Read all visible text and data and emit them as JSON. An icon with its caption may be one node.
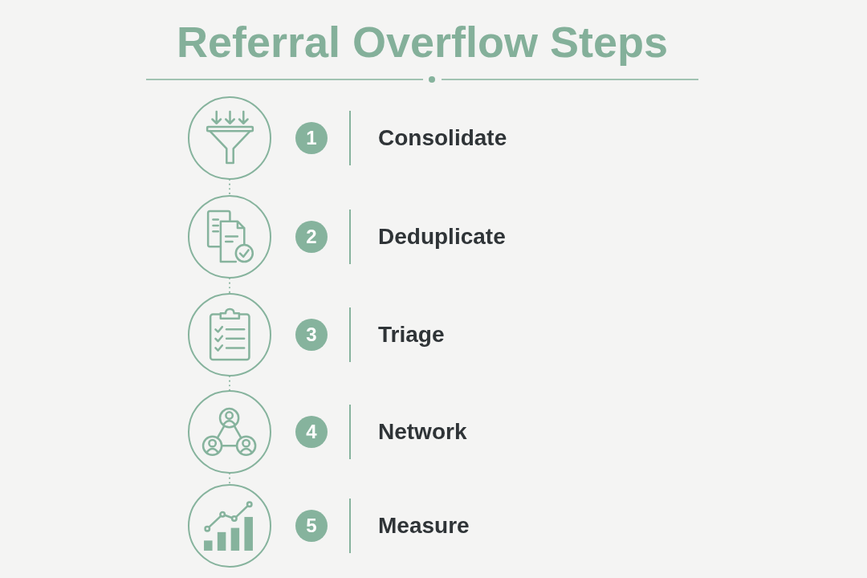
{
  "diagram": {
    "title": "Referral Overflow Steps",
    "nodes": [
      {
        "text": [],
        "shape": "circle"
      },
      {
        "text": [
          "1"
        ],
        "beside": [
          "Consolidate"
        ]
      },
      {
        "text": [],
        "shape": "circle"
      },
      {
        "text": [
          "2"
        ],
        "beside": [
          "Deduplicate"
        ]
      },
      {
        "text": [],
        "shape": "circle"
      },
      {
        "text": [
          "3"
        ],
        "beside": [
          "Triage"
        ]
      },
      {
        "text": [],
        "shape": "circle"
      },
      {
        "text": [
          "4"
        ],
        "beside": [
          "Network"
        ]
      },
      {
        "text": [],
        "shape": "circle"
      },
      {
        "text": [
          "5"
        ],
        "beside": [
          "Measure"
        ]
      }
    ],
    "edges": [
      {
        "from": 0,
        "to": 2,
        "arrow": "none",
        "style": "dashed"
      },
      {
        "from": 2,
        "to": 4,
        "arrow": "none",
        "style": "dashed"
      },
      {
        "from": 4,
        "to": 6,
        "arrow": "none",
        "style": "dashed"
      },
      {
        "from": 6,
        "to": 8,
        "arrow": "none",
        "style": "dashed"
      }
    ]
  }
}
